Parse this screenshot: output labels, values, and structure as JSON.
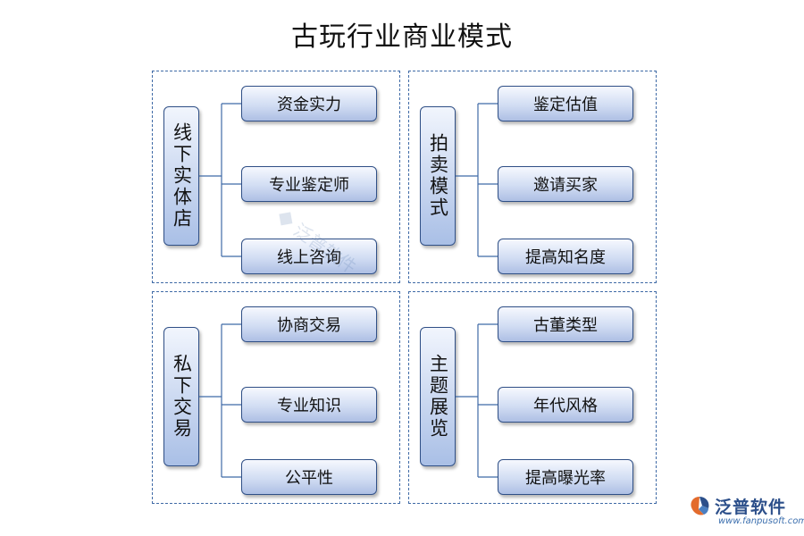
{
  "title": "古玩行业商业模式",
  "panels": [
    {
      "hub": "线下实体店",
      "leaves": [
        "资金实力",
        "专业鉴定师",
        "线上咨询"
      ]
    },
    {
      "hub": "拍卖模式",
      "leaves": [
        "鉴定估值",
        "邀请买家",
        "提高知名度"
      ]
    },
    {
      "hub": "私下交易",
      "leaves": [
        "协商交易",
        "专业知识",
        "公平性"
      ]
    },
    {
      "hub": "主题展览",
      "leaves": [
        "古董类型",
        "年代风格",
        "提高曝光率"
      ]
    }
  ],
  "watermark": "泛普软件",
  "logo": {
    "name": "泛普软件",
    "url": "www.fanpusoft.com"
  },
  "colors": {
    "border": "#2f4f86",
    "dashed": "#3f6aa6",
    "fill": "#c9d7f0",
    "connector": "#3f6aa6"
  }
}
